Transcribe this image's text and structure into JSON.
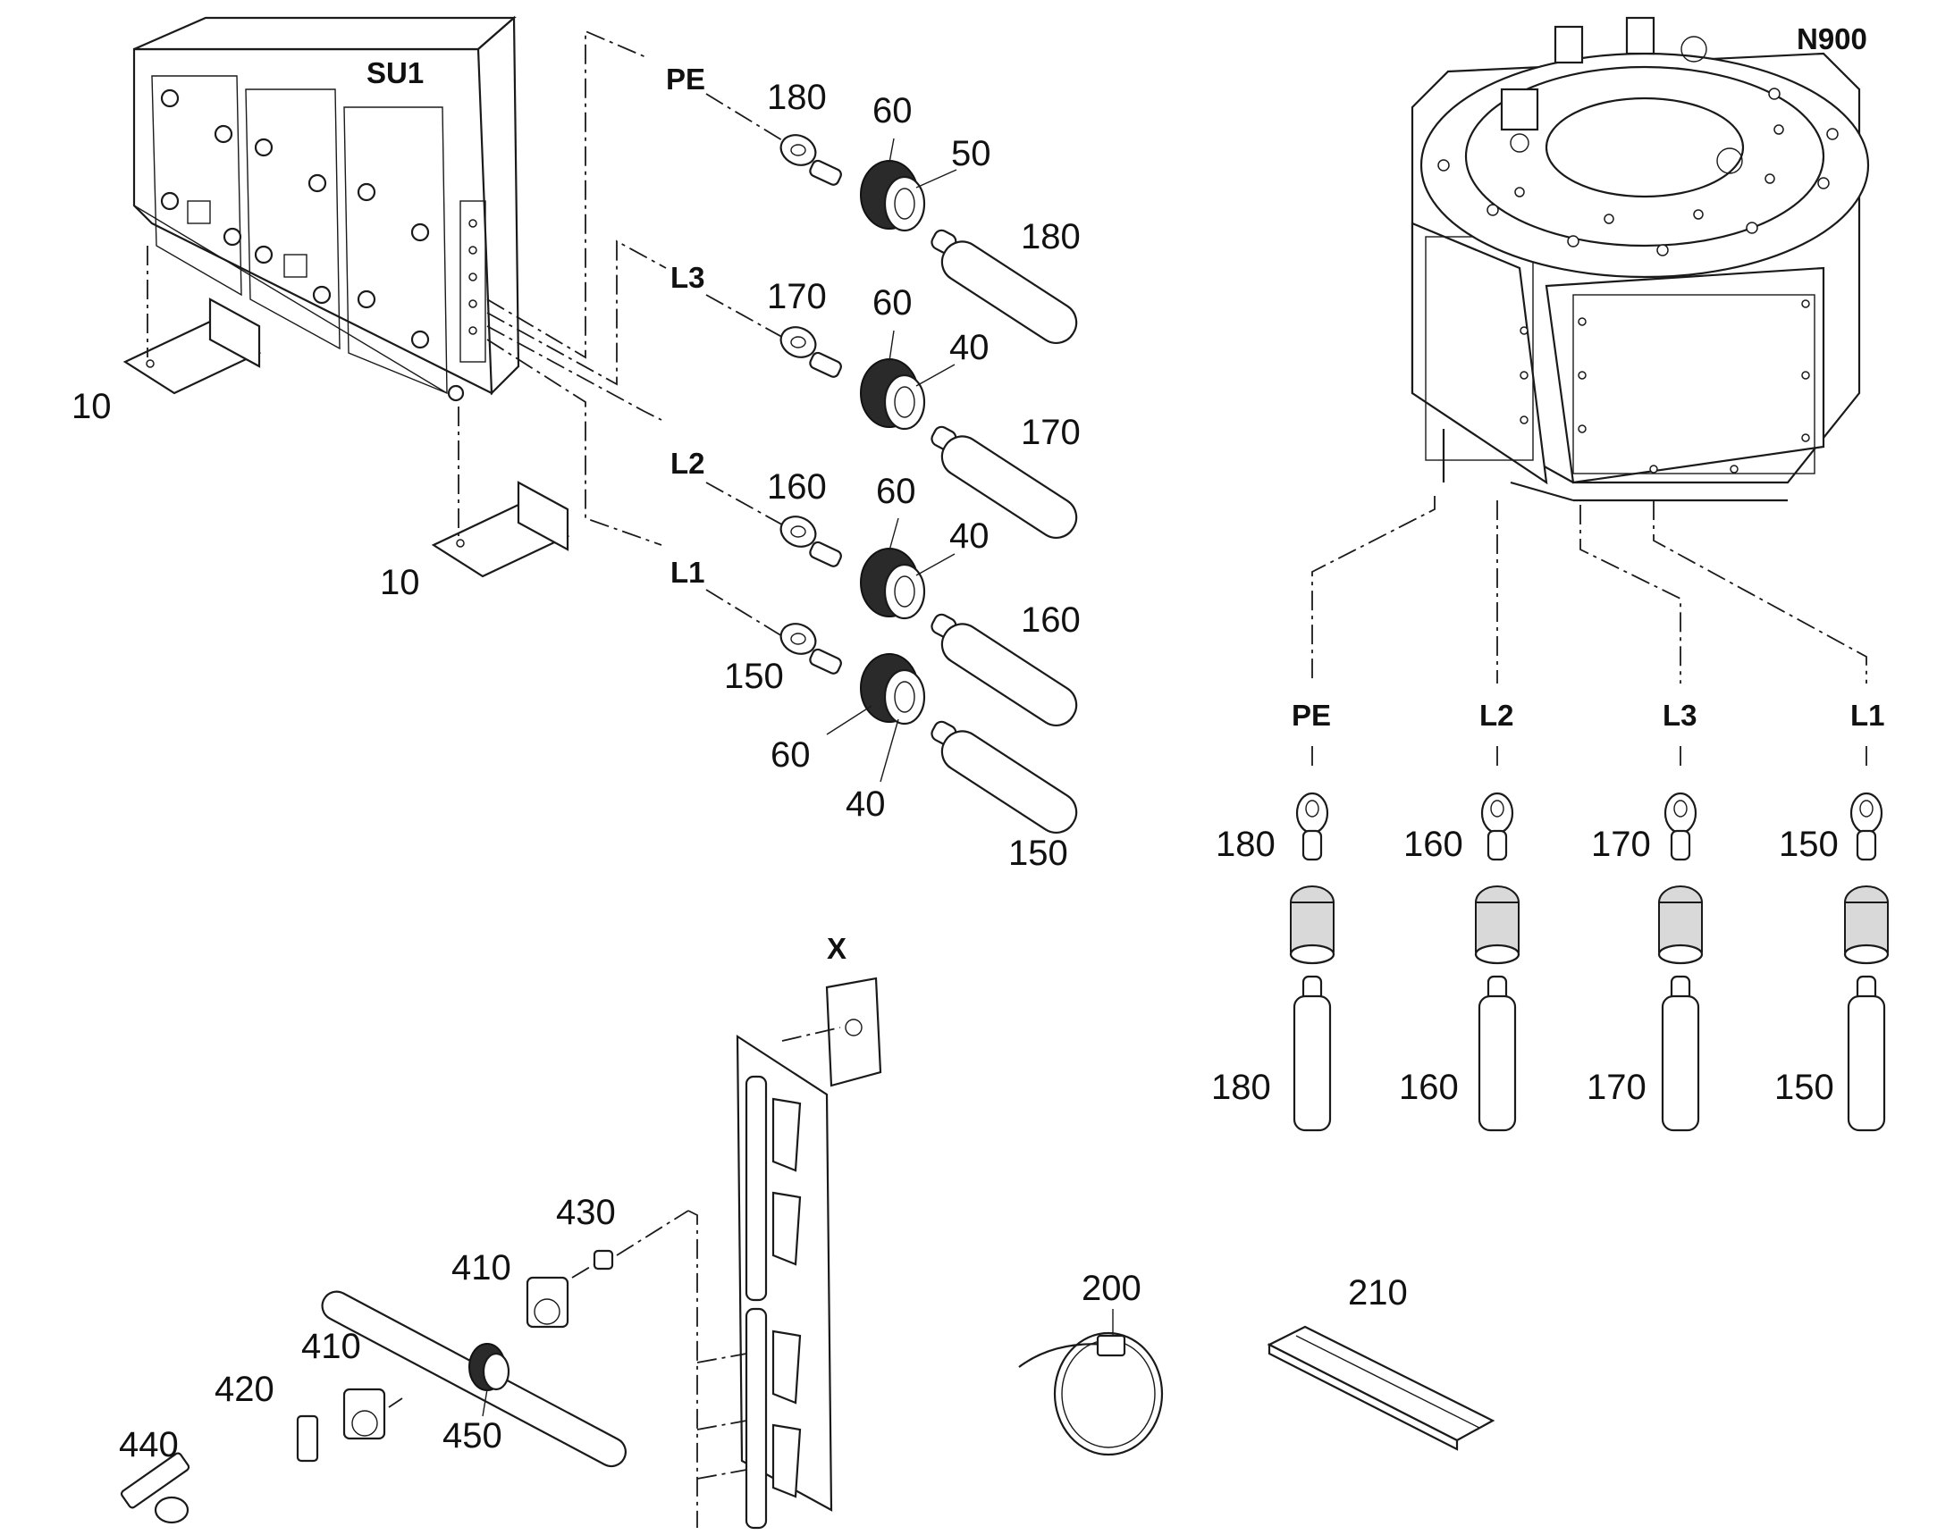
{
  "callouts": {
    "su1": "SU1",
    "n900": "N900",
    "x_detail": "X",
    "bracket_upper": "10",
    "bracket_lower": "10",
    "left_pe": "PE",
    "left_l3": "L3",
    "left_l2": "L2",
    "left_l1": "L1",
    "left_lug_pe": "180",
    "left_lug_l3": "170",
    "left_lug_l2": "160",
    "left_lug_l1": "150",
    "left_gland_pe": "60",
    "left_seal_pe": "50",
    "left_gland_l3": "60",
    "left_seal_l3": "40",
    "left_gland_l2": "60",
    "left_seal_l2": "40",
    "left_gland_l1": "60",
    "left_seal_l1": "40",
    "left_cable_pe": "180",
    "left_cable_l3": "170",
    "left_cable_l2": "160",
    "left_cable_l1": "150",
    "right_pe": "PE",
    "right_l2": "L2",
    "right_l3": "L3",
    "right_l1": "L1",
    "right_lug_pe": "180",
    "right_lug_l2": "160",
    "right_lug_l3": "170",
    "right_lug_l1": "150",
    "right_cable_pe": "180",
    "right_cable_l2": "160",
    "right_cable_l3": "170",
    "right_cable_l1": "150",
    "clamp_410_a": "410",
    "clamp_410_b": "410",
    "washer_420": "420",
    "nut_430": "430",
    "screw_440": "440",
    "grommet_450": "450",
    "cable_tie_200": "200",
    "strip_210": "210"
  }
}
